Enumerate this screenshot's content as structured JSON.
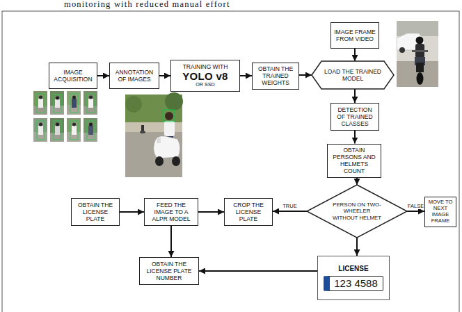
{
  "diagram": {
    "nodes": [
      {
        "text": [
          "IMAGE ACQUISITION"
        ]
      },
      {
        "text": [
          "ANNOTATION OF IMAGES"
        ]
      },
      {
        "text": [
          "TRAINING WITH",
          "YOLO v8",
          "OR SSD"
        ]
      },
      {
        "text": [
          "OBTAIN THE TRAINED WEIGHTS"
        ]
      },
      {
        "text": [
          "IMAGE FRAME FROM VIDEO"
        ]
      },
      {
        "text": [
          "LOAD THE TRAINED MODEL"
        ]
      },
      {
        "text": [
          "DETECTION OF TRAINED CLASSES"
        ]
      },
      {
        "text": [
          "OBTAIN PERSONS AND HELMETS COUNT"
        ]
      },
      {
        "text": [
          "PERSON ON TWO-WHEELER WITHOUT HELMET"
        ]
      },
      {
        "text": [
          "MOVE TO NEXT IMAGE FRAME"
        ]
      },
      {
        "text": [
          "CROP THE LICENSE PLATE"
        ]
      },
      {
        "text": [
          "FEED THE IMAGE TO A ALPR MODEL"
        ]
      },
      {
        "text": [
          "OBTAIN THE LICENSE PLATE"
        ]
      },
      {
        "text": [
          "OBTAIN THE LICENSE PLATE NUMBER"
        ]
      },
      {
        "text": [
          "LICENSE",
          "123 4588"
        ]
      }
    ],
    "edges": [
      {
        "from": 0,
        "to": 1,
        "arrow": "to"
      },
      {
        "from": 1,
        "to": 2,
        "arrow": "to"
      },
      {
        "from": 2,
        "to": 3,
        "arrow": "to"
      },
      {
        "from": 3,
        "to": 5,
        "arrow": "to"
      },
      {
        "from": 4,
        "to": 5,
        "arrow": "to"
      },
      {
        "from": 5,
        "to": 6,
        "arrow": "to"
      },
      {
        "from": 6,
        "to": 7,
        "arrow": "to"
      },
      {
        "from": 7,
        "to": 8,
        "arrow": "to"
      },
      {
        "from": 8,
        "to": 10,
        "label": "TRUE",
        "arrow": "to"
      },
      {
        "from": 8,
        "to": 9,
        "label": "FALSE",
        "arrow": "to"
      },
      {
        "from": 8,
        "to": 14,
        "arrow": "to"
      },
      {
        "from": 12,
        "to": 11,
        "arrow": "to"
      },
      {
        "from": 11,
        "to": 10,
        "arrow": "to"
      },
      {
        "from": 11,
        "to": 13,
        "arrow": "to"
      },
      {
        "from": 14,
        "to": 13,
        "arrow": "to"
      }
    ],
    "labels": [
      "monitoring with reduced manual effort"
    ]
  }
}
